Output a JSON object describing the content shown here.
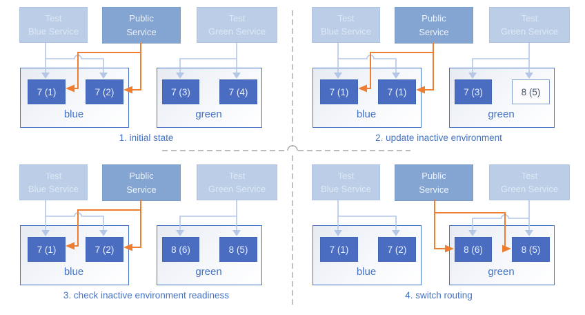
{
  "colors": {
    "accent_blue": "#4472c4",
    "pod_fill": "#4a6dc2",
    "service_light_fill": "#bccde7",
    "service_public_fill": "#84a4d1",
    "connector_light_blue": "#b4c7e7",
    "connector_orange": "#ed7d31",
    "divider_gray": "#a6a6a6"
  },
  "panels": [
    {
      "caption": "1. initial state",
      "test_blue_service": {
        "line1": "Test",
        "line2": "Blue Service"
      },
      "public_service": {
        "line1": "Public",
        "line2": "Service"
      },
      "test_green_service": {
        "line1": "Test",
        "line2": "Green Service"
      },
      "blue_env": {
        "label": "blue",
        "pods": [
          {
            "label": "7 (1)",
            "style": "filled"
          },
          {
            "label": "7 (2)",
            "style": "filled"
          }
        ]
      },
      "green_env": {
        "label": "green",
        "pods": [
          {
            "label": "7 (3)",
            "style": "filled"
          },
          {
            "label": "7 (4)",
            "style": "filled"
          }
        ]
      },
      "public_routes_to": "blue"
    },
    {
      "caption": "2. update inactive environment",
      "test_blue_service": {
        "line1": "Test",
        "line2": "Blue Service"
      },
      "public_service": {
        "line1": "Public",
        "line2": "Service"
      },
      "test_green_service": {
        "line1": "Test",
        "line2": "Green Service"
      },
      "blue_env": {
        "label": "blue",
        "pods": [
          {
            "label": "7 (1)",
            "style": "filled"
          },
          {
            "label": "7 (1)",
            "style": "filled"
          }
        ]
      },
      "green_env": {
        "label": "green",
        "pods": [
          {
            "label": "7 (3)",
            "style": "filled"
          },
          {
            "label": "8 (5)",
            "style": "outlined"
          }
        ]
      },
      "public_routes_to": "blue"
    },
    {
      "caption": "3. check inactive environment readiness",
      "test_blue_service": {
        "line1": "Test",
        "line2": "Blue Service"
      },
      "public_service": {
        "line1": "Public",
        "line2": "Service"
      },
      "test_green_service": {
        "line1": "Test",
        "line2": "Green Service"
      },
      "blue_env": {
        "label": "blue",
        "pods": [
          {
            "label": "7 (1)",
            "style": "filled"
          },
          {
            "label": "7 (2)",
            "style": "filled"
          }
        ]
      },
      "green_env": {
        "label": "green",
        "pods": [
          {
            "label": "8 (6)",
            "style": "filled"
          },
          {
            "label": "8 (5)",
            "style": "filled"
          }
        ]
      },
      "public_routes_to": "blue"
    },
    {
      "caption": "4. switch routing",
      "test_blue_service": {
        "line1": "Test",
        "line2": "Blue Service"
      },
      "public_service": {
        "line1": "Public",
        "line2": "Service"
      },
      "test_green_service": {
        "line1": "Test",
        "line2": "Green Service"
      },
      "blue_env": {
        "label": "blue",
        "pods": [
          {
            "label": "7 (1)",
            "style": "filled"
          },
          {
            "label": "7 (2)",
            "style": "filled"
          }
        ]
      },
      "green_env": {
        "label": "green",
        "pods": [
          {
            "label": "8 (6)",
            "style": "filled"
          },
          {
            "label": "8 (5)",
            "style": "filled"
          }
        ]
      },
      "public_routes_to": "green"
    }
  ]
}
